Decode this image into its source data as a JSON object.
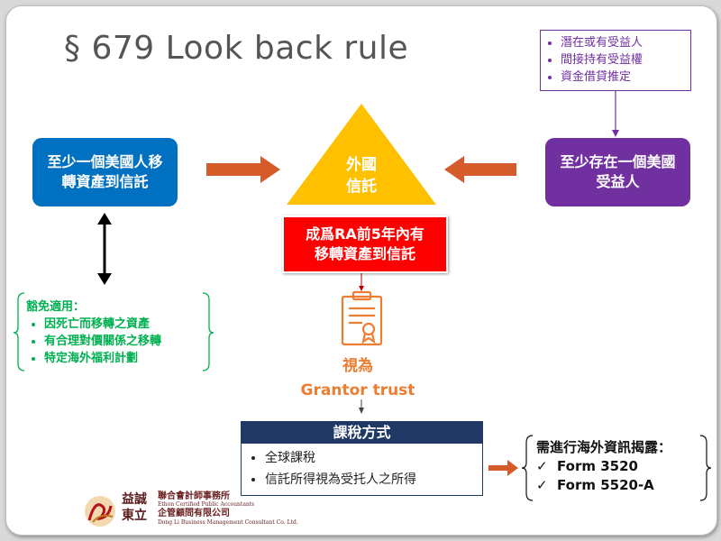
{
  "title": "§ 679 Look back rule",
  "left_box": "至少一個美國人移轉資產到信託",
  "triangle": {
    "line1": "外國",
    "line2": "信託"
  },
  "right_box": "至少存在一個美國受益人",
  "purple_note": {
    "items": [
      "潛在或有受益人",
      "間接持有受益權",
      "資金借貸推定"
    ]
  },
  "red_box": {
    "line1": "成爲RA前5年內有",
    "line2": "移轉資產到信託"
  },
  "exemption": {
    "heading": "豁免適用：",
    "items": [
      "因死亡而移轉之資產",
      "有合理對價關係之移轉",
      "特定海外福利計劃"
    ]
  },
  "grantor": {
    "line1": "視為",
    "line2": "Grantor trust"
  },
  "tax": {
    "heading": "課稅方式",
    "items": [
      "全球課稅",
      "信託所得視為受托人之所得"
    ]
  },
  "disclosure": {
    "heading": "需進行海外資訊揭露：",
    "items": [
      "Form 3520",
      "Form 5520-A"
    ]
  },
  "logo": {
    "char1": "益誠",
    "char2": "東立",
    "firm_zh": "聯合會計師事務所",
    "firm_en": "Ethon Certified Public Accountants",
    "co_zh": "企管顧問有限公司",
    "co_en": "Dong Li Business Management Consultant Co. Ltd."
  },
  "colors": {
    "blue": "#0070c0",
    "purple": "#7030a0",
    "red": "#ff0000",
    "orange_arrow": "#d65b2a",
    "triangle": "#ffc000",
    "green": "#00b050",
    "navy": "#1f3864"
  }
}
